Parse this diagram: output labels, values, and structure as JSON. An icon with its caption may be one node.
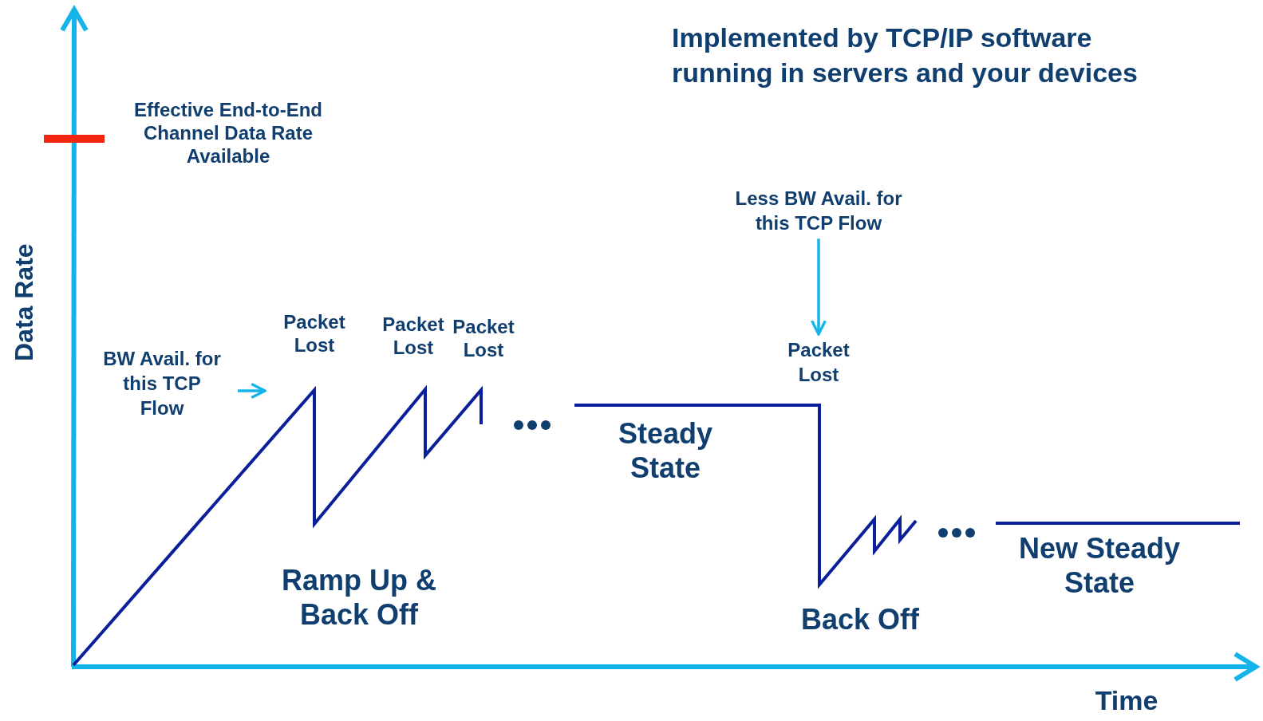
{
  "diagram": {
    "title": "Implemented by TCP/IP software running in servers and your devices",
    "nodes": [
      {
        "text": [
          "BW Avail. for this TCP Flow"
        ]
      },
      {
        "text": [
          "Less BW Avail. for this TCP Flow"
        ]
      },
      {
        "text": [
          "Packet Lost"
        ]
      }
    ],
    "edges": [
      {
        "from": 0,
        "to": null,
        "arrow": "to"
      },
      {
        "from": 1,
        "to": 2,
        "arrow": "to"
      }
    ],
    "labels": [
      "Effective End-to-End Channel Data Rate Available",
      "Packet Lost",
      "Packet Lost",
      "Packet Lost",
      "Steady State",
      "Ramp Up & Back Off",
      "Back Off",
      "New Steady State",
      "Data Rate",
      "Time"
    ]
  }
}
